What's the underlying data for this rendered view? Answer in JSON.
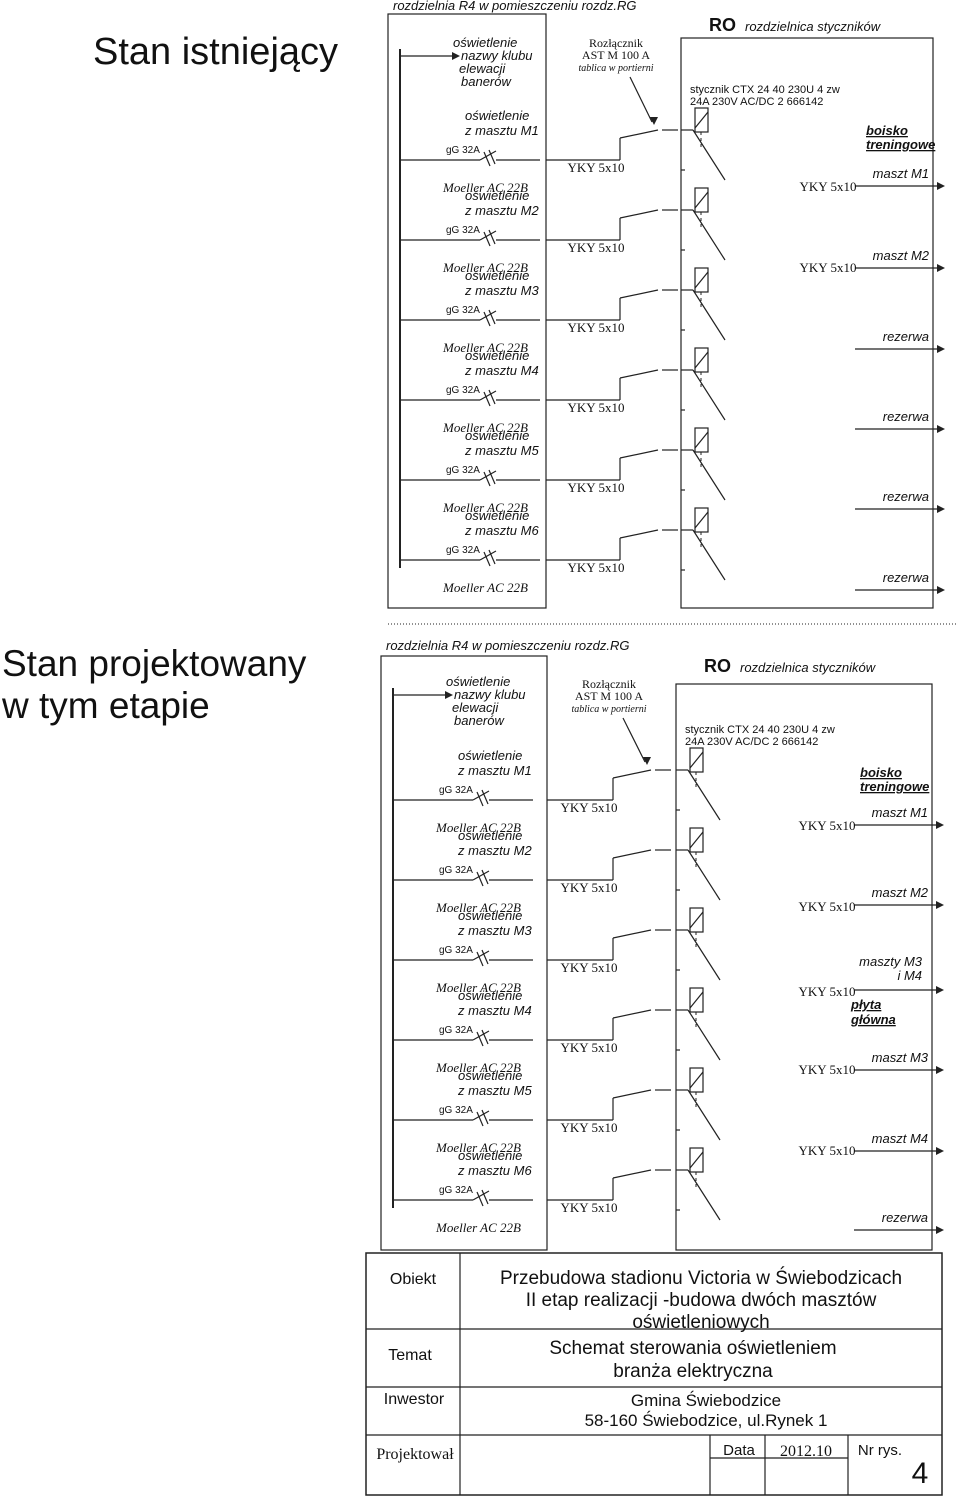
{
  "sections": [
    {
      "state_title": [
        "Stan istniejący"
      ],
      "r4_title": "rozdzielnia R4  w pomieszczeniu rozdz.RG",
      "r4_header": [
        "oświetlenie",
        "nazwy klubu",
        "elewacji",
        "banerów"
      ],
      "switch_label": [
        "Rozłącznik",
        "AST M 100 A",
        "tablica w portierni"
      ],
      "ro_bold": "RO",
      "ro_rest": "rozdzielnica styczników",
      "contactor_spec": [
        "stycznik CTX 24 40 230U 4 zw",
        "24A 230V AC/DC 2 666142"
      ],
      "boisko": [
        "boisko",
        "treningowe"
      ],
      "circuits": [
        {
          "label": [
            "oświetlenie",
            "z masztu M1"
          ],
          "fuse": "gG 32A",
          "breaker": "Moeller AC 22B",
          "cable": "YKY 5x10"
        },
        {
          "label": [
            "oświetlenie",
            "z masztu M2"
          ],
          "fuse": "gG 32A",
          "breaker": "Moeller AC 22B",
          "cable": "YKY 5x10"
        },
        {
          "label": [
            "oświetlenie",
            "z masztu M3"
          ],
          "fuse": "gG 32A",
          "breaker": "Moeller AC 22B",
          "cable": "YKY 5x10"
        },
        {
          "label": [
            "oświetlenie",
            "z masztu M4"
          ],
          "fuse": "gG 32A",
          "breaker": "Moeller AC 22B",
          "cable": "YKY 5x10"
        },
        {
          "label": [
            "oświetlenie",
            "z masztu M5"
          ],
          "fuse": "gG 32A",
          "breaker": "Moeller AC 22B",
          "cable": "YKY 5x10"
        },
        {
          "label": [
            "oświetlenie",
            "z masztu M6"
          ],
          "fuse": "gG 32A",
          "breaker": "Moeller AC 22B",
          "cable": "YKY 5x10"
        }
      ],
      "outputs": [
        {
          "text": [
            "maszt M1"
          ],
          "cable": "YKY 5x10"
        },
        {
          "text": [
            "maszt M2"
          ],
          "cable": "YKY 5x10"
        },
        {
          "text": [
            "rezerwa"
          ],
          "cable": ""
        },
        {
          "text": [
            "rezerwa"
          ],
          "cable": ""
        },
        {
          "text": [
            "rezerwa"
          ],
          "cable": ""
        },
        {
          "text": [
            "rezerwa"
          ],
          "cable": ""
        }
      ],
      "extra_label": []
    },
    {
      "state_title": [
        "Stan projektowany",
        "w tym etapie"
      ],
      "r4_title": "rozdzielnia R4  w pomieszczeniu rozdz.RG",
      "r4_header": [
        "oświetlenie",
        "nazwy klubu",
        "elewacji",
        "banerów"
      ],
      "switch_label": [
        "Rozłącznik",
        "AST M 100 A",
        "tablica w portierni"
      ],
      "ro_bold": "RO",
      "ro_rest": "rozdzielnica styczników",
      "contactor_spec": [
        "stycznik CTX 24 40 230U 4 zw",
        "24A 230V AC/DC 2 666142"
      ],
      "boisko": [
        "boisko",
        "treningowe"
      ],
      "circuits": [
        {
          "label": [
            "oświetlenie",
            "z masztu M1"
          ],
          "fuse": "gG 32A",
          "breaker": "Moeller AC 22B",
          "cable": "YKY 5x10"
        },
        {
          "label": [
            "oświetlenie",
            "z masztu M2"
          ],
          "fuse": "gG 32A",
          "breaker": "Moeller AC 22B",
          "cable": "YKY 5x10"
        },
        {
          "label": [
            "oświetlenie",
            "z masztu M3"
          ],
          "fuse": "gG 32A",
          "breaker": "Moeller AC 22B",
          "cable": "YKY 5x10"
        },
        {
          "label": [
            "oświetlenie",
            "z masztu M4"
          ],
          "fuse": "gG 32A",
          "breaker": "Moeller AC 22B",
          "cable": "YKY 5x10"
        },
        {
          "label": [
            "oświetlenie",
            "z masztu M5"
          ],
          "fuse": "gG 32A",
          "breaker": "Moeller AC 22B",
          "cable": "YKY 5x10"
        },
        {
          "label": [
            "oświetlenie",
            "z masztu M6"
          ],
          "fuse": "gG 32A",
          "breaker": "Moeller AC 22B",
          "cable": "YKY 5x10"
        }
      ],
      "outputs": [
        {
          "text": [
            "maszt M1"
          ],
          "cable": "YKY 5x10"
        },
        {
          "text": [
            "maszt M2"
          ],
          "cable": "YKY 5x10"
        },
        {
          "text": [
            "maszty M3",
            "i M4"
          ],
          "cable": "YKY 5x10"
        },
        {
          "text": [
            "maszt M3"
          ],
          "cable": "YKY 5x10"
        },
        {
          "text": [
            "maszt M4"
          ],
          "cable": "YKY 5x10"
        },
        {
          "text": [
            "rezerwa"
          ],
          "cable": ""
        }
      ],
      "extra_label": [
        "płyta",
        "główna"
      ]
    }
  ],
  "title_block": {
    "obiekt_label": "Obiekt",
    "obiekt_value": [
      "Przebudowa stadionu Victoria w Świebodzicach",
      "II etap realizacji -budowa dwóch masztów",
      "oświetleniowych"
    ],
    "temat_label": "Temat",
    "temat_value": [
      "Schemat sterowania oświetleniem",
      "branża elektryczna"
    ],
    "inwestor_label": "Inwestor",
    "inwestor_value": [
      "Gmina Świebodzice",
      "58-160 Świebodzice, ul.Rynek 1"
    ],
    "projektowal_label": "Projektował",
    "data_label": "Data",
    "data_value": "2012.10",
    "nr_label": "Nr rys.",
    "nr_value": "4"
  }
}
